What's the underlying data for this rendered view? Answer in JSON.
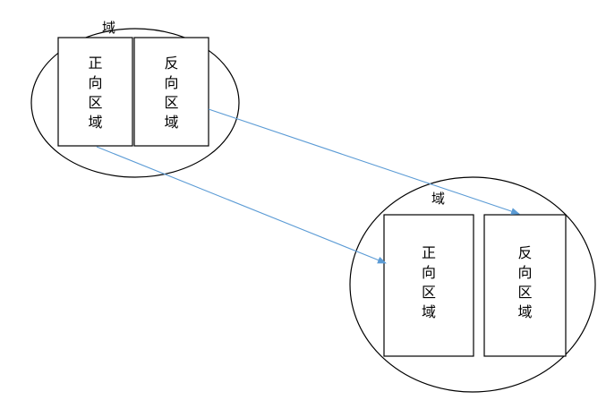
{
  "domain1": {
    "label": "域",
    "left_box": [
      "正",
      "向",
      "区",
      "域"
    ],
    "right_box": [
      "反",
      "向",
      "区",
      "域"
    ]
  },
  "domain2": {
    "label": "域",
    "left_box": [
      "正",
      "向",
      "区",
      "域"
    ],
    "right_box": [
      "反",
      "向",
      "区",
      "域"
    ]
  },
  "colors": {
    "outline": "#000000",
    "arrow": "#5b9bd5"
  }
}
